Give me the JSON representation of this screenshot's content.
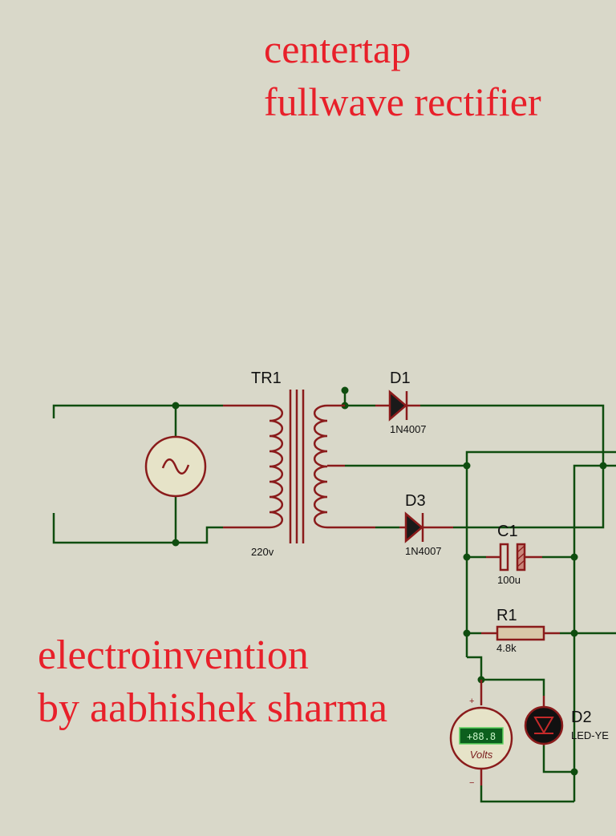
{
  "title": {
    "line1": "centertap",
    "line2": "fullwave rectifier"
  },
  "credit": {
    "line1": "electroinvention",
    "line2": "by aabhishek sharma"
  },
  "components": {
    "transformer": {
      "ref": "TR1",
      "value": "220v"
    },
    "diode_top": {
      "ref": "D1",
      "value": "1N4007"
    },
    "diode_bottom": {
      "ref": "D3",
      "value": "1N4007"
    },
    "capacitor": {
      "ref": "C1",
      "value": "100u"
    },
    "resistor": {
      "ref": "R1",
      "value": "4.8k"
    },
    "led": {
      "ref": "D2",
      "value": "LED-YE"
    },
    "voltmeter": {
      "display": "+88.8",
      "unit": "Volts",
      "plus": "+",
      "minus": "−"
    }
  },
  "colors": {
    "background": "#d9d8c9",
    "wire": "#0f4d0f",
    "component": "#8a1b1b",
    "title_text": "#e8202a"
  }
}
